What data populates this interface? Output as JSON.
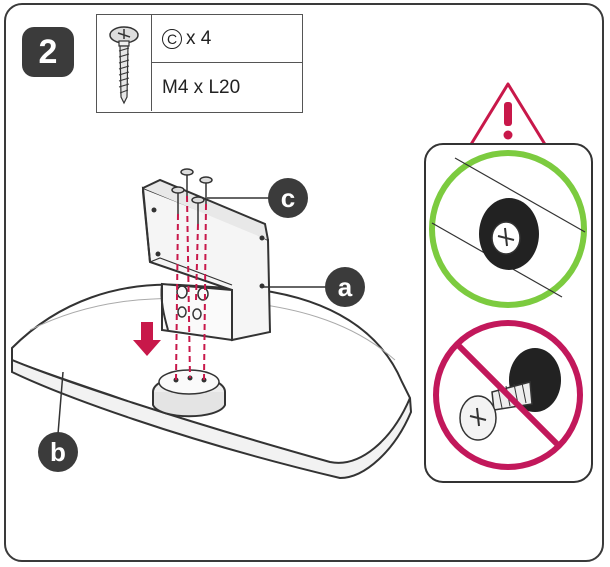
{
  "step": {
    "number": "2"
  },
  "parts": {
    "symbol": "C",
    "quantity_text": "x 4",
    "size_text": "M4 x L20",
    "icon": "screw-icon"
  },
  "callouts": {
    "a": "a",
    "b": "b",
    "c": "c"
  },
  "warning": {
    "icon": "warning-triangle-icon",
    "correct_icon": "correct-screw-flush-icon",
    "incorrect_icon": "incorrect-screw-loose-icon"
  },
  "colors": {
    "accent_red": "#c8184a",
    "correct_green": "#7ccb3f",
    "incorrect_magenta": "#c2185b",
    "dark": "#3b3b3b"
  }
}
